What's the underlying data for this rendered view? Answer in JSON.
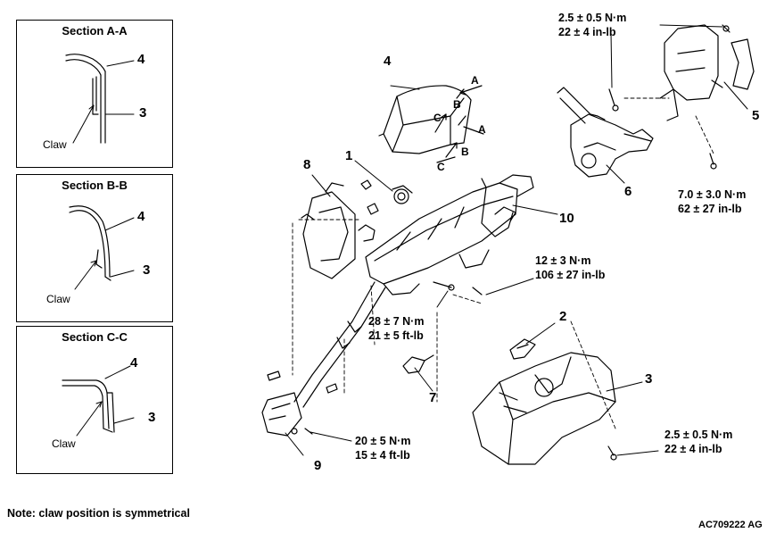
{
  "sections": [
    {
      "title": "Section A-A",
      "upper": "4",
      "lower": "3",
      "claw": "Claw"
    },
    {
      "title": "Section B-B",
      "upper": "4",
      "lower": "3",
      "claw": "Claw"
    },
    {
      "title": "Section C-C",
      "upper": "4",
      "lower": "3",
      "claw": "Claw"
    }
  ],
  "parts": {
    "p1": "1",
    "p2": "2",
    "p3": "3",
    "p4": "4",
    "p5": "5",
    "p6": "6",
    "p7": "7",
    "p8": "8",
    "p9": "9",
    "p10": "10"
  },
  "arrows": {
    "a1": "A",
    "a2": "A",
    "b1": "B",
    "b2": "B",
    "c1": "C",
    "c2": "C"
  },
  "torques": {
    "t_top": {
      "nm": "2.5 ± 0.5 N·m",
      "imp": "22 ± 4 in-lb"
    },
    "t_right": {
      "nm": "7.0 ± 3.0 N·m",
      "imp": "62 ± 27 in-lb"
    },
    "t_bracket": {
      "nm": "12 ± 3 N·m",
      "imp": "106 ± 27 in-lb"
    },
    "t_mid": {
      "nm": "28 ± 7 N·m",
      "imp": "21 ± 5 ft-lb"
    },
    "t_joint": {
      "nm": "20 ± 5 N·m",
      "imp": "15 ± 4 ft-lb"
    },
    "t_cover": {
      "nm": "2.5 ± 0.5 N·m",
      "imp": "22 ± 4 in-lb"
    }
  },
  "note": "Note: claw position is symmetrical",
  "code": "AC709222 AG"
}
